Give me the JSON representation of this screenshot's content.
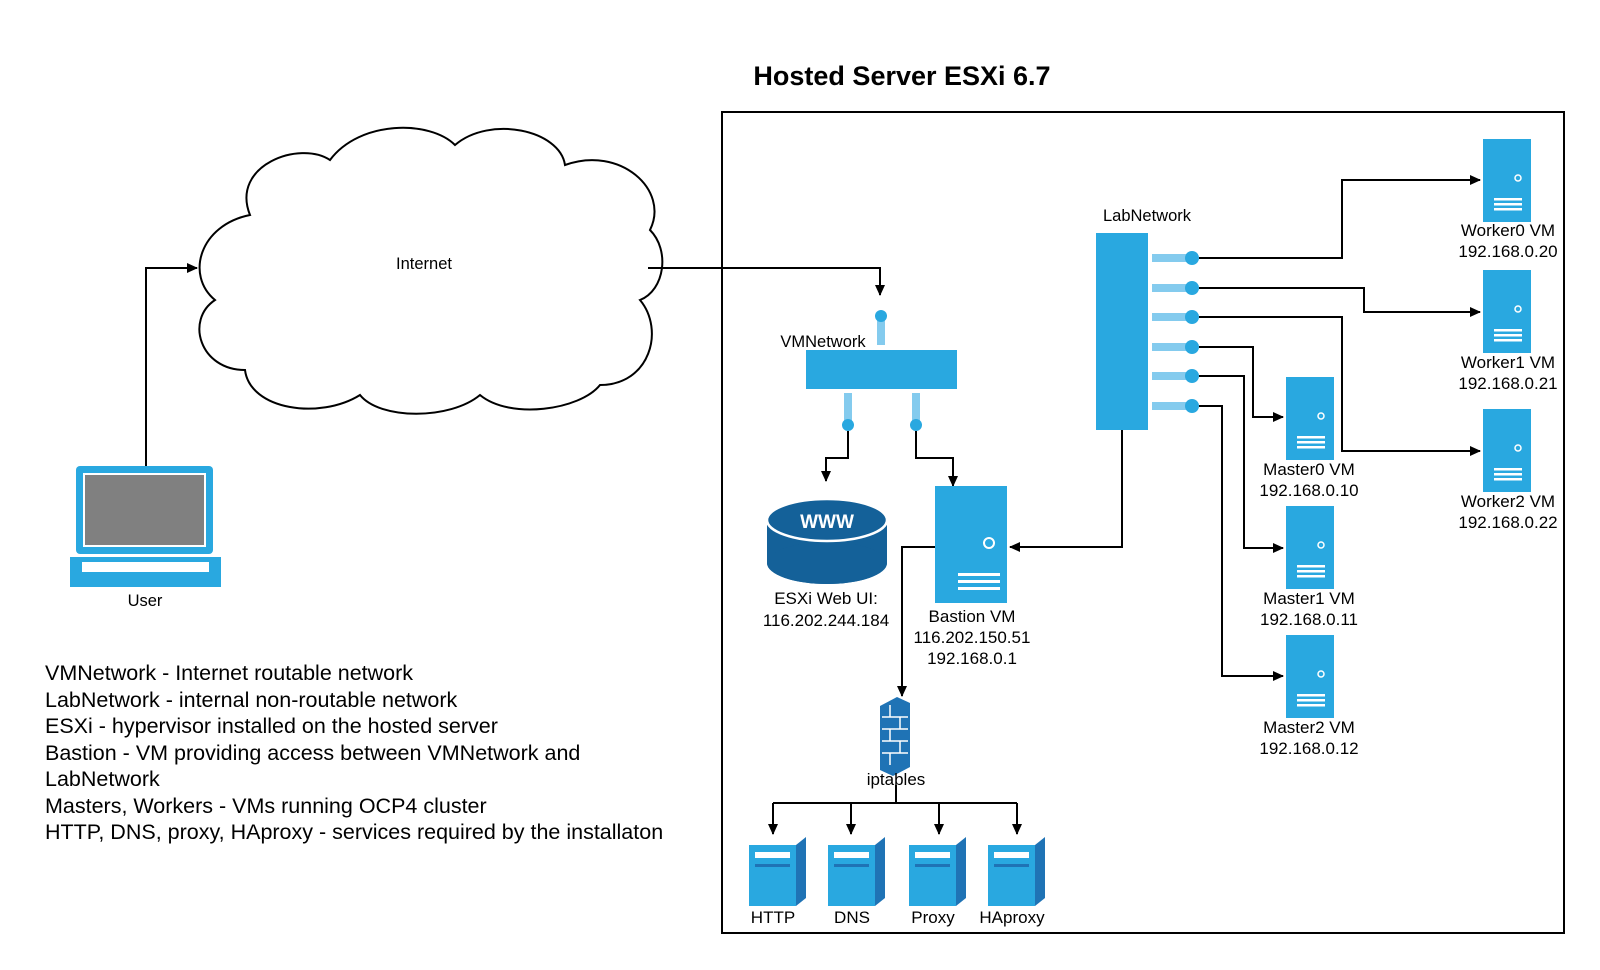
{
  "title": "Hosted Server ESXi 6.7",
  "colors": {
    "accent": "#29a8e0",
    "accent_light": "#84cbee",
    "dark_blue": "#1f73b5",
    "db_blue": "#146199",
    "cloud_fill": "#ffffff",
    "line": "#000000"
  },
  "nodes": {
    "internet": {
      "label": "Internet",
      "icon": "cloud-icon"
    },
    "user": {
      "label": "User",
      "icon": "laptop-icon"
    },
    "vmnetwork": {
      "label": "VMNetwork",
      "icon": "switch-icon"
    },
    "labnetwork": {
      "label": "LabNetwork",
      "icon": "switch-icon"
    },
    "esxi_web": {
      "label": "ESXi Web UI:",
      "ip": "116.202.244.184",
      "icon_text": "WWW"
    },
    "bastion": {
      "label": "Bastion VM",
      "ip1": "116.202.150.51",
      "ip2": "192.168.0.1"
    },
    "iptables": {
      "label": "iptables",
      "icon": "firewall-icon"
    },
    "master0": {
      "label": "Master0 VM",
      "ip": "192.168.0.10"
    },
    "master1": {
      "label": "Master1 VM",
      "ip": "192.168.0.11"
    },
    "master2": {
      "label": "Master2 VM",
      "ip": "192.168.0.12"
    },
    "worker0": {
      "label": "Worker0 VM",
      "ip": "192.168.0.20"
    },
    "worker1": {
      "label": "Worker1 VM",
      "ip": "192.168.0.21"
    },
    "worker2": {
      "label": "Worker2 VM",
      "ip": "192.168.0.22"
    },
    "services": [
      {
        "label": "HTTP"
      },
      {
        "label": "DNS"
      },
      {
        "label": "Proxy"
      },
      {
        "label": "HAproxy"
      }
    ]
  },
  "legend": [
    "VMNetwork - Internet routable network",
    "LabNetwork - internal non-routable network",
    "ESXi - hypervisor installed on the hosted server",
    "Bastion - VM providing access between VMNetwork and LabNetwork",
    "Masters, Workers - VMs running OCP4 cluster",
    "HTTP, DNS, proxy, HAproxy - services required by the installaton"
  ]
}
